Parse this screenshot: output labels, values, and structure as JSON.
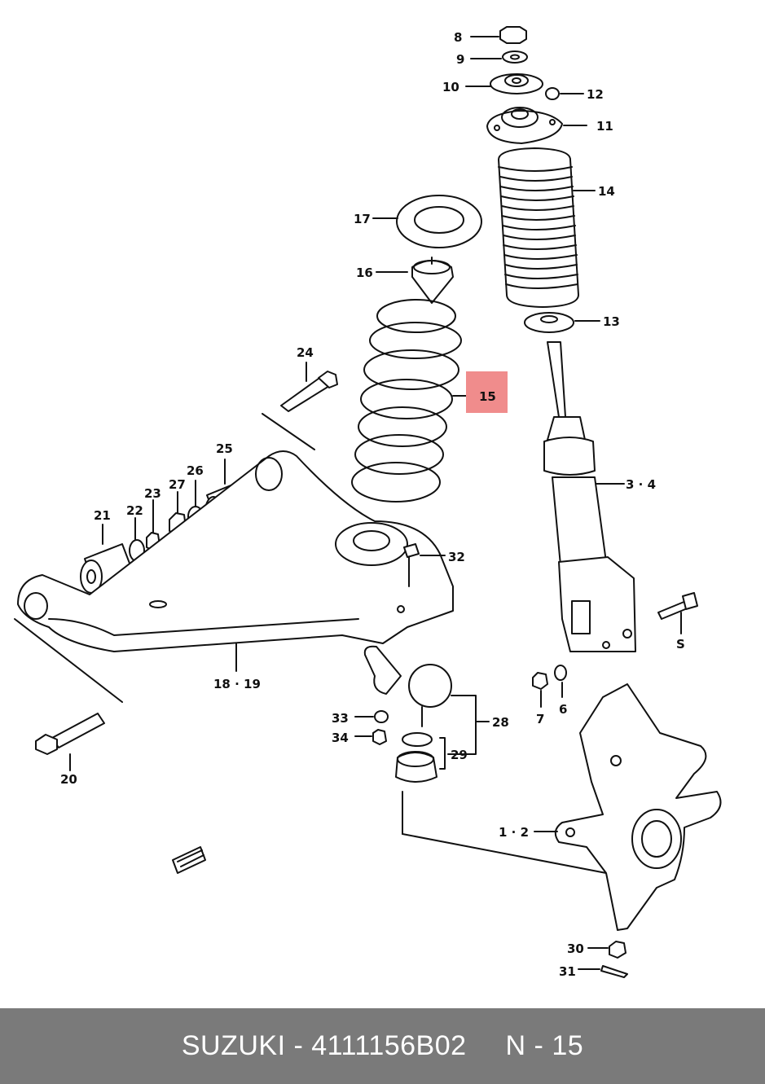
{
  "diagram": {
    "highlight_color": "#f08c8c",
    "labels": {
      "p8": "8",
      "p9": "9",
      "p10": "10",
      "p12": "12",
      "p11": "11",
      "p14": "14",
      "p17": "17",
      "p16": "16",
      "p13": "13",
      "p24": "24",
      "p15": "15",
      "p25": "25",
      "p3_4": "3 · 4",
      "p26": "26",
      "p27": "27",
      "p23": "23",
      "p22": "22",
      "p21": "21",
      "p32": "32",
      "pS": "S",
      "p18_19": "18 · 19",
      "p7": "7",
      "p6": "6",
      "p33": "33",
      "p28": "28",
      "p34": "34",
      "p29": "29",
      "p20": "20",
      "p1_2": "1 · 2",
      "p30": "30",
      "p31": "31"
    }
  },
  "footer": {
    "brand_part": "SUZUKI - 4111156B02",
    "ref": "N - 15",
    "background": "#7a7a7a"
  }
}
